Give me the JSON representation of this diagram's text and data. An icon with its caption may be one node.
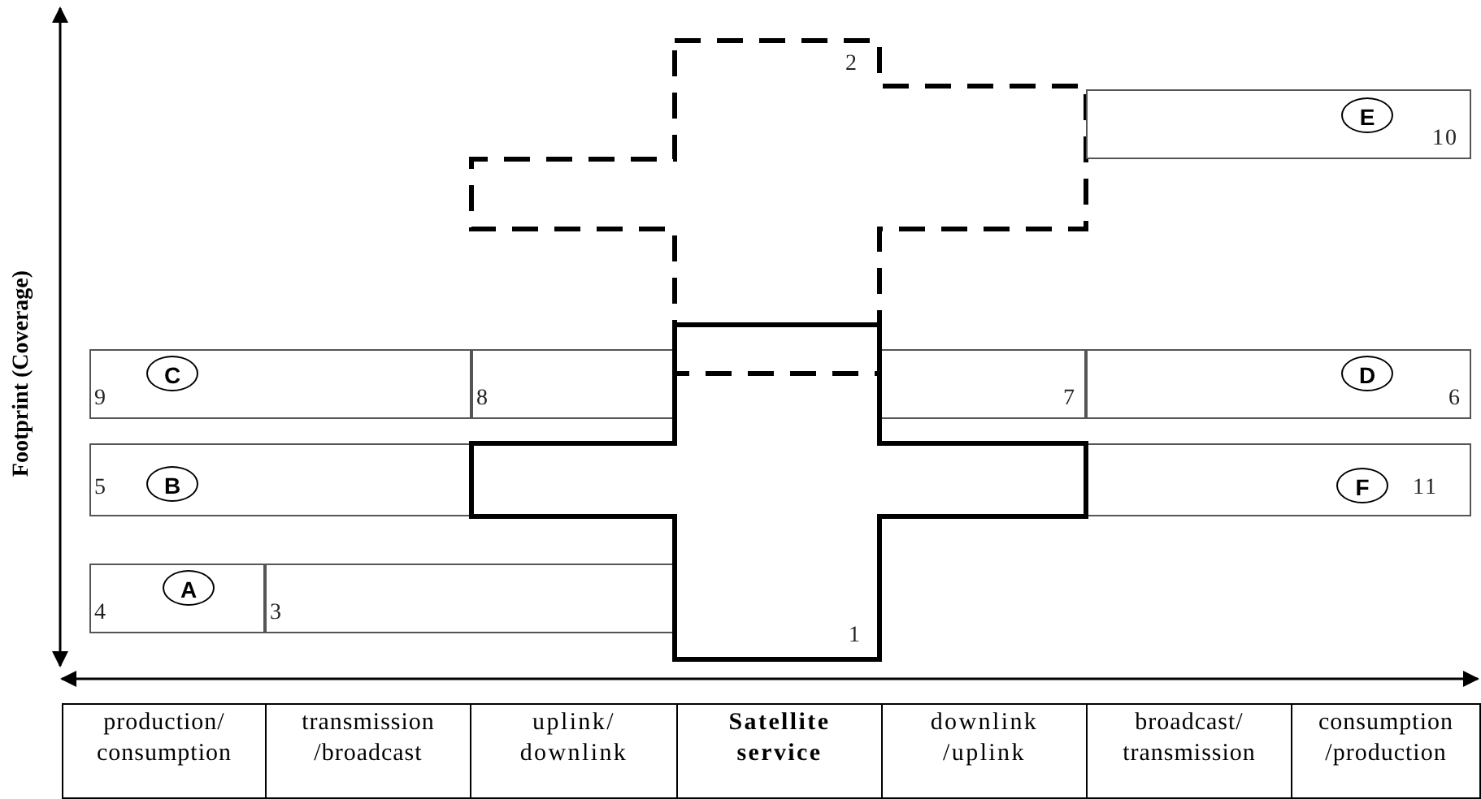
{
  "diagram": {
    "nodes": [
      {
        "text": [
          "2"
        ]
      },
      {
        "text": [
          "10"
        ]
      },
      {
        "text": [
          "E"
        ],
        "in": 1
      },
      {
        "text": [
          "9"
        ]
      },
      {
        "text": [
          "C"
        ],
        "in": 3
      },
      {
        "text": [
          "8"
        ]
      },
      {
        "text": [
          "1"
        ]
      },
      {
        "text": [
          "7"
        ]
      },
      {
        "text": [
          "6"
        ]
      },
      {
        "text": [
          "D"
        ],
        "in": 8
      },
      {
        "text": [
          "5"
        ]
      },
      {
        "text": [
          "B"
        ],
        "in": 10
      },
      {
        "text": [
          "11"
        ]
      },
      {
        "text": [
          "F"
        ],
        "in": 12
      },
      {
        "text": [
          "4"
        ]
      },
      {
        "text": [
          "A"
        ],
        "in": 14
      },
      {
        "text": [
          "3"
        ]
      }
    ],
    "edges": [],
    "labels": [
      "Footprint (Coverage)",
      "production/ consumption",
      "transmission /broadcast",
      "uplink/ downlink",
      "Satellite service",
      "downlink /uplink",
      "broadcast/ transmission",
      "consumption /production"
    ]
  }
}
